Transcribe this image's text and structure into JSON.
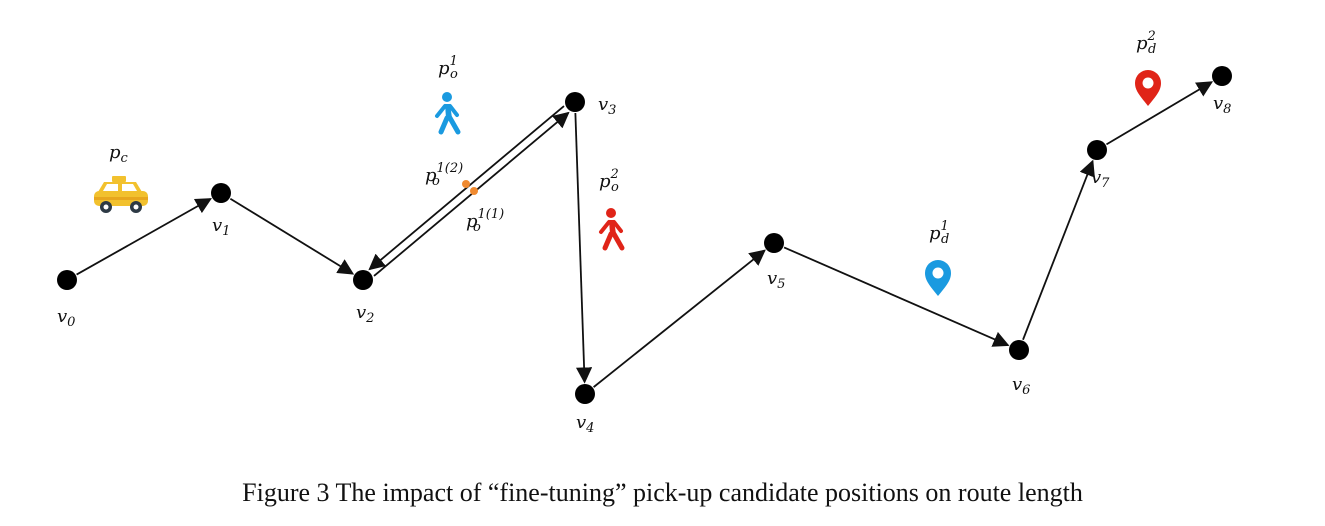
{
  "nodes": [
    {
      "id": "v0",
      "base": "v",
      "sub": "0"
    },
    {
      "id": "v1",
      "base": "v",
      "sub": "1"
    },
    {
      "id": "v2",
      "base": "v",
      "sub": "2"
    },
    {
      "id": "v3",
      "base": "v",
      "sub": "3"
    },
    {
      "id": "v4",
      "base": "v",
      "sub": "4"
    },
    {
      "id": "v5",
      "base": "v",
      "sub": "5"
    },
    {
      "id": "v6",
      "base": "v",
      "sub": "6"
    },
    {
      "id": "v7",
      "base": "v",
      "sub": "7"
    },
    {
      "id": "v8",
      "base": "v",
      "sub": "8"
    }
  ],
  "edges": [
    [
      "v0",
      "v1"
    ],
    [
      "v1",
      "v2"
    ],
    [
      "v2",
      "v3"
    ],
    [
      "v3",
      "v2"
    ],
    [
      "v3",
      "v4"
    ],
    [
      "v4",
      "v5"
    ],
    [
      "v5",
      "v6"
    ],
    [
      "v6",
      "v7"
    ],
    [
      "v7",
      "v8"
    ]
  ],
  "labels": {
    "pc": {
      "base": "p",
      "sub": "c"
    },
    "po1": {
      "base": "p",
      "sub": "o",
      "sup": "1"
    },
    "po2": {
      "base": "p",
      "sub": "o",
      "sup": "2"
    },
    "po1_2": {
      "base": "p",
      "sub": "o",
      "sup": "1(2)"
    },
    "po1_1": {
      "base": "p",
      "sub": "o",
      "sup": "1(1)"
    },
    "pd1": {
      "base": "p",
      "sub": "d",
      "sup": "1"
    },
    "pd2": {
      "base": "p",
      "sub": "d",
      "sup": "2"
    }
  },
  "icons": {
    "taxi": "taxi-icon",
    "walker_blue": "pedestrian-icon",
    "walker_red": "pedestrian-icon",
    "pin_blue": "location-pin-icon",
    "pin_red": "location-pin-icon"
  },
  "colors": {
    "node": "#000000",
    "edge": "#111111",
    "blue": "#1a9ae0",
    "red": "#e02418",
    "orange": "#f08a30",
    "taxi": "#f2c12e"
  },
  "caption": "Figure 3 The impact of “fine-tuning” pick-up candidate positions on route length"
}
